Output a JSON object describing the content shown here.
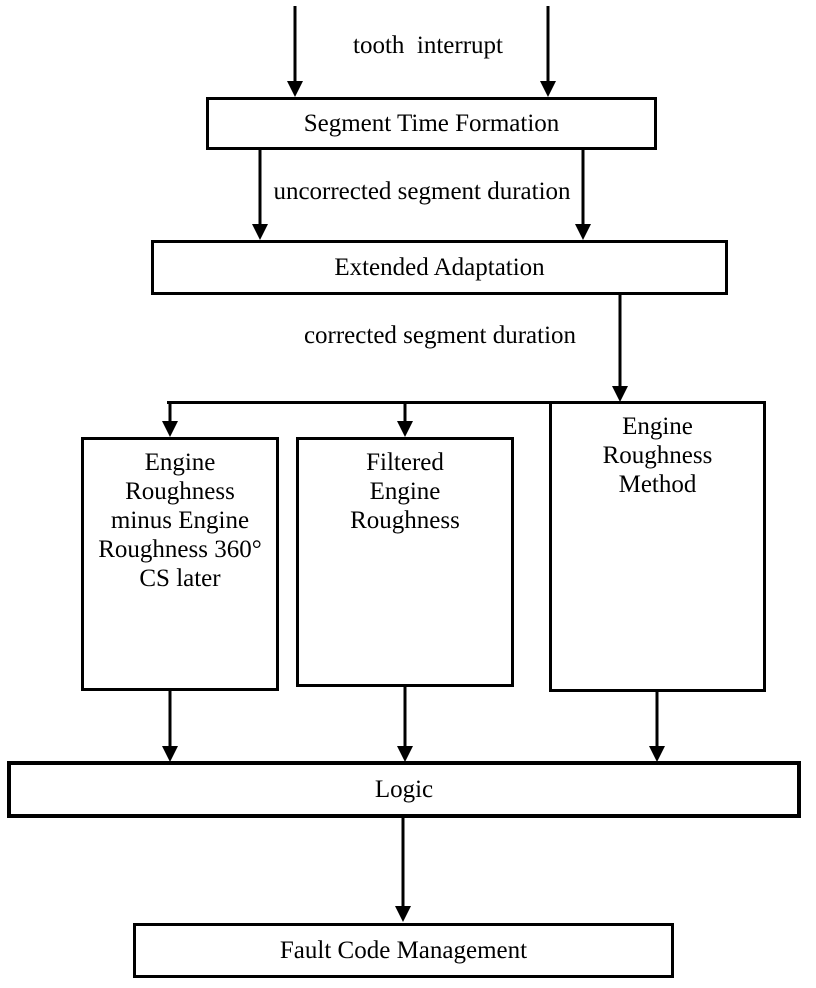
{
  "canvas": {
    "background_color": "#ffffff",
    "line_color": "#000000"
  },
  "annotations": {
    "tooth_interrupt": "tooth  interrupt",
    "uncorrected_segment_duration": "uncorrected segment duration",
    "corrected_segment_duration": "corrected segment duration"
  },
  "boxes": {
    "segment_time_formation": {
      "label": "Segment Time Formation"
    },
    "extended_adaptation": {
      "label": "Extended Adaptation"
    },
    "engine_roughness_minus": {
      "lines": [
        "Engine",
        "Roughness",
        "minus Engine",
        "Roughness 360°",
        "CS later"
      ]
    },
    "filtered_engine_roughness": {
      "lines": [
        "Filtered",
        "Engine",
        "Roughness"
      ]
    },
    "engine_roughness_method": {
      "lines": [
        "Engine",
        "Roughness",
        "Method"
      ]
    },
    "logic": {
      "label": "Logic"
    },
    "fault_code_management": {
      "label": "Fault Code Management"
    }
  }
}
